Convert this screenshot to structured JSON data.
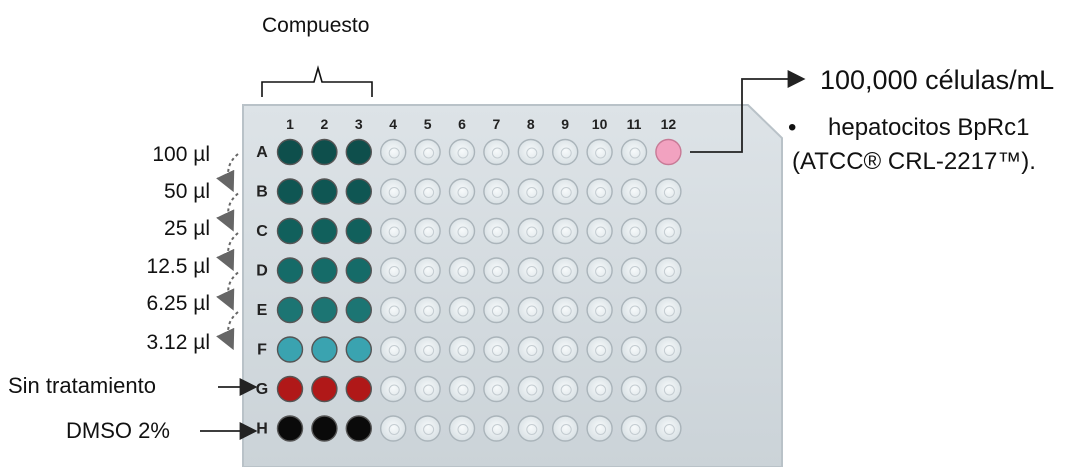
{
  "compound_label": "Compuesto",
  "column_labels": [
    "1",
    "2",
    "3",
    "4",
    "5",
    "6",
    "7",
    "8",
    "9",
    "10",
    "11",
    "12"
  ],
  "row_labels": [
    "A",
    "B",
    "C",
    "D",
    "E",
    "F",
    "G",
    "H"
  ],
  "concentrations": [
    "100 µl",
    "50 µl",
    "25 µl",
    "12.5 µl",
    "6.25 µl",
    "3.12 µl"
  ],
  "controls": [
    "Sin tratamiento",
    "DMSO 2%"
  ],
  "cell_density": "100,000 células/mL",
  "cell_line": {
    "bullet": "•",
    "line1": "hepatocitos BpRc1",
    "line2": "(ATCC® CRL-2217™)."
  },
  "colors": {
    "row_A": "#0e4f4c",
    "row_B": "#0f5653",
    "row_C": "#11605c",
    "row_D": "#156b68",
    "row_E": "#1c7573",
    "row_F": "#3aa3b0",
    "row_G": "#b01818",
    "row_H": "#0a0a0a",
    "cells_well": "#f2a2c0",
    "empty_well": "#ebf0f2",
    "plate": "#d6dde2"
  },
  "filled_wells": {
    "A": [
      1,
      2,
      3
    ],
    "B": [
      1,
      2,
      3
    ],
    "C": [
      1,
      2,
      3
    ],
    "D": [
      1,
      2,
      3
    ],
    "E": [
      1,
      2,
      3
    ],
    "F": [
      1,
      2,
      3
    ],
    "G": [
      1,
      2,
      3
    ],
    "H": [
      1,
      2,
      3
    ]
  },
  "cells_well": {
    "row": "A",
    "col": 12
  }
}
